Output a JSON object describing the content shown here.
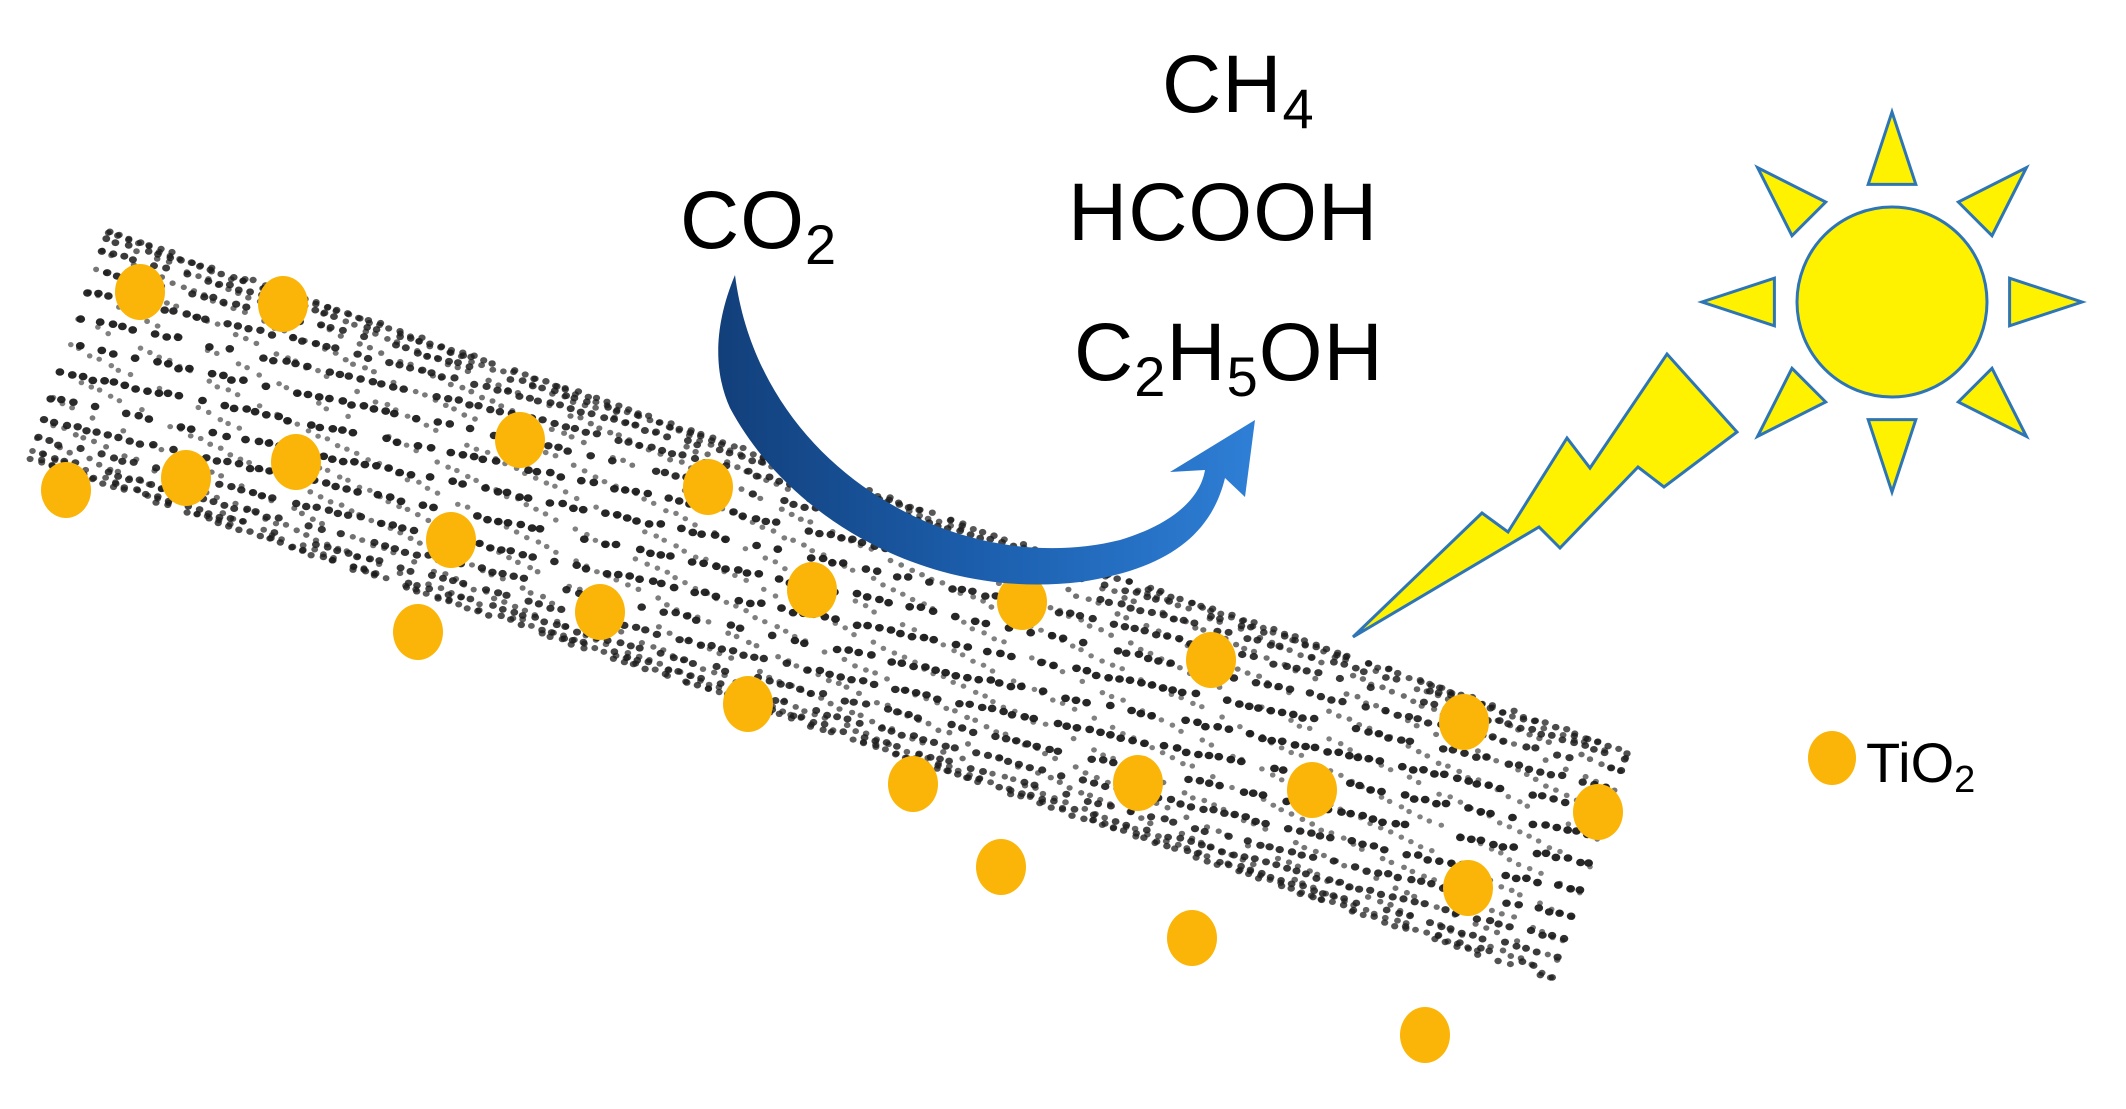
{
  "diagram": {
    "reactant": {
      "formula": "CO",
      "subscript": "2"
    },
    "products": [
      {
        "id": "ch4",
        "parts": [
          "CH",
          "4"
        ]
      },
      {
        "id": "hcooh",
        "parts": [
          "HCOOH"
        ]
      },
      {
        "id": "ethanol",
        "parts": [
          "C",
          "2",
          "H",
          "5",
          "OH"
        ]
      }
    ],
    "legend": {
      "label": "TiO",
      "subscript": "2"
    },
    "icons": [
      "sun-icon",
      "lightning-bolt-icon",
      "curved-arrow-icon",
      "carbon-nanotube",
      "tio2-particle"
    ]
  },
  "colors": {
    "particle": "#FBB408",
    "sun_fill": "#FFF200",
    "sun_stroke": "#2E75B6",
    "arrow_dark": "#123F7A",
    "arrow_light": "#2E7FD6",
    "lattice": "#1a1a1a",
    "text": "#000000"
  }
}
